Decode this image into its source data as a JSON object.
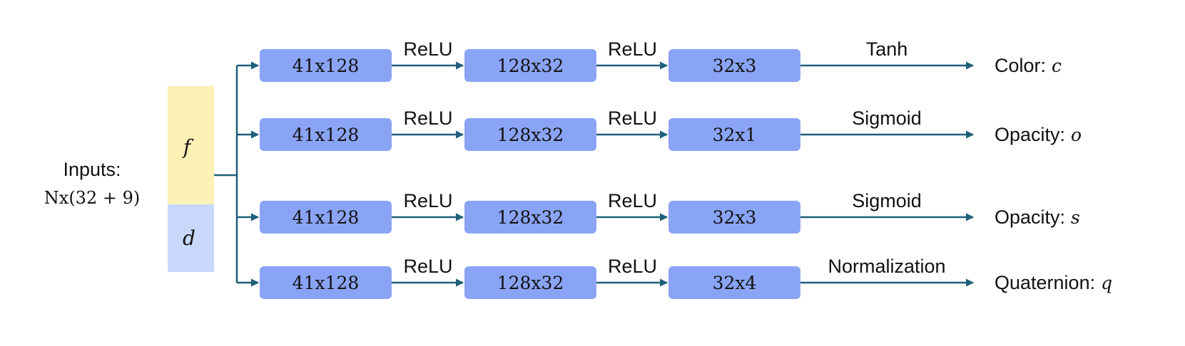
{
  "colors": {
    "layer_box": "#8aa4f5",
    "arrow": "#1e5f7a",
    "feature_f": "#fdf1b6",
    "feature_d": "#c8d8fb",
    "text": "#111111"
  },
  "inputs": {
    "label": "Inputs:",
    "dims": "Nx(32 + 9)",
    "features": [
      {
        "symbol": "f"
      },
      {
        "symbol": "d"
      }
    ]
  },
  "branches": [
    {
      "layers": [
        "41x128",
        "128x32",
        "32x3"
      ],
      "activations": [
        "ReLU",
        "ReLU",
        "Tanh"
      ],
      "output_label": "Color:",
      "output_symbol": "c"
    },
    {
      "layers": [
        "41x128",
        "128x32",
        "32x1"
      ],
      "activations": [
        "ReLU",
        "ReLU",
        "Sigmoid"
      ],
      "output_label": "Opacity:",
      "output_symbol": "o"
    },
    {
      "layers": [
        "41x128",
        "128x32",
        "32x3"
      ],
      "activations": [
        "ReLU",
        "ReLU",
        "Sigmoid"
      ],
      "output_label": "Opacity:",
      "output_symbol": "s"
    },
    {
      "layers": [
        "41x128",
        "128x32",
        "32x4"
      ],
      "activations": [
        "ReLU",
        "ReLU",
        "Normalization"
      ],
      "output_label": "Quaternion:",
      "output_symbol": "q"
    }
  ]
}
